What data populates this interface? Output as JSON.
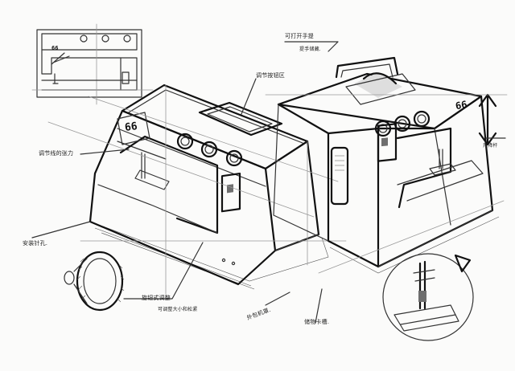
{
  "annotations": {
    "handle_top": "可打开手提",
    "handle_sub": "提手储藏.",
    "display_label": "调节按钮区",
    "tension_left": "调节线的张力",
    "needle_label": "安装针孔.",
    "knob_label": "旋钮式调整",
    "knob_sub": "可调整大小和松紧",
    "foot_label": "外包机罩.",
    "slot_label": "储物卡槽.",
    "lift_label": "升降杆"
  },
  "displays": {
    "front_screen": "66",
    "back_screen": "66",
    "thumb_screen": "66"
  }
}
